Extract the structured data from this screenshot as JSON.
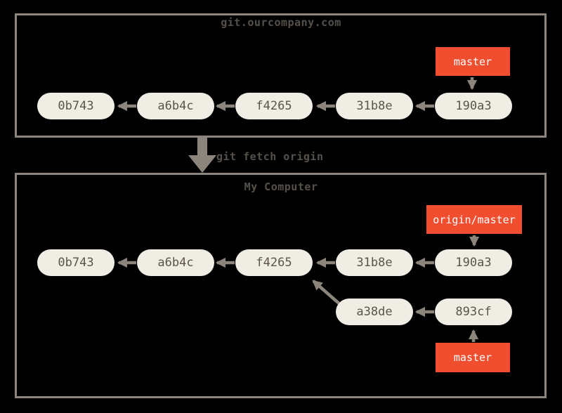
{
  "diagram": {
    "remote": {
      "title": "git.ourcompany.com",
      "branch_label": "master",
      "commits": [
        "0b743",
        "a6b4c",
        "f4265",
        "31b8e",
        "190a3"
      ]
    },
    "fetch_label": "git fetch origin",
    "local": {
      "title": "My Computer",
      "remote_branch_label": "origin/master",
      "branch_label": "master",
      "commits": [
        "0b743",
        "a6b4c",
        "f4265",
        "31b8e",
        "190a3"
      ],
      "feature_commits": [
        "a38de",
        "893cf"
      ]
    },
    "colors": {
      "background": "#000000",
      "box_border": "#8b857b",
      "arrow": "#8b857b",
      "node_fill": "#efede4",
      "node_text": "#5b544b",
      "branch_fill": "#f04e2e",
      "branch_text": "#ffffff",
      "title_text": "#56504a"
    }
  }
}
